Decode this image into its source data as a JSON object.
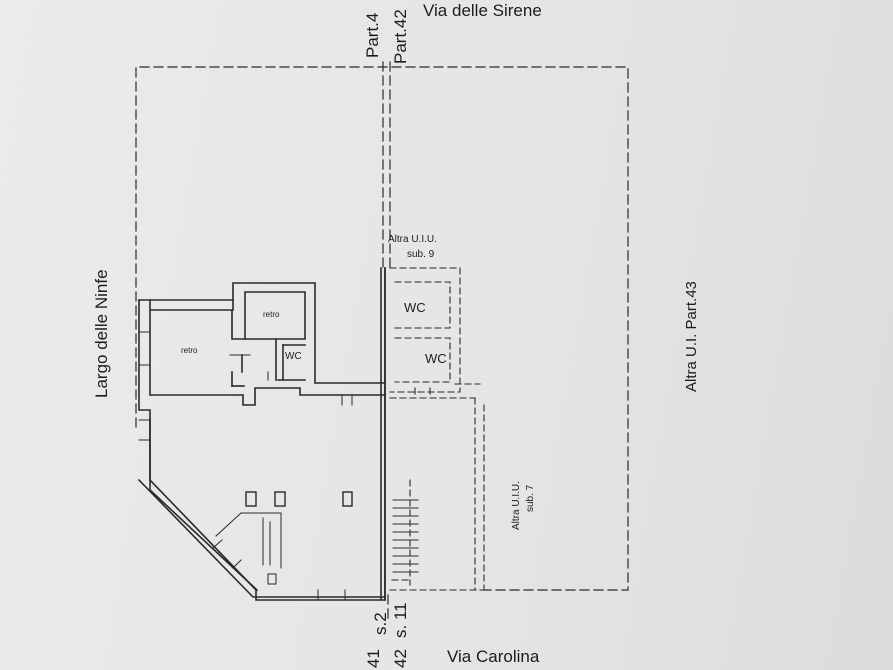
{
  "streets": {
    "top": "Via delle Sirene",
    "bottom": "Via Carolina",
    "left": "Largo delle Ninfe"
  },
  "parcels": {
    "top_a": "Part.4",
    "top_b": "Part.42",
    "bottom_a": "41",
    "bottom_b": "s.2",
    "bottom_c": "42",
    "bottom_d": "s. 11"
  },
  "neighbors": {
    "right": "Altra U.I.  Part.43",
    "sub9_line1": "Altra U.I.U.",
    "sub9_line2": "sub. 9",
    "sub7_line1": "Altra U.I.U.",
    "sub7_line2": "sub. 7"
  },
  "rooms": {
    "retro_1": "retro",
    "retro_2": "retro",
    "wc_small": "WC",
    "wc_1": "WC",
    "wc_2": "WC"
  }
}
